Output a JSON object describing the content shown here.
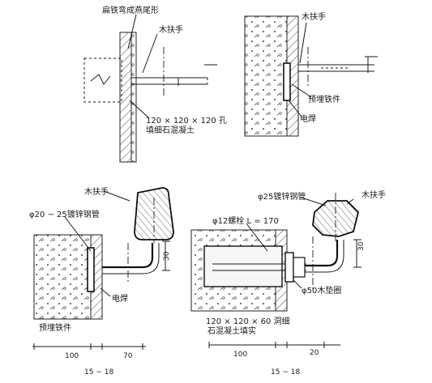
{
  "labels": {
    "a_bend": "扁铁弯成燕尾形",
    "a_handrail": "木扶手",
    "a_hole": "120 × 120 × 120 孔",
    "a_fill": "填细石混凝土",
    "b_handrail": "木扶手",
    "b_embed": "预埋铁件",
    "b_weld": "电焊",
    "c_handrail": "木扶手",
    "c_pipe": "φ20 ~ 25镀锌钢管",
    "c_weld": "电焊",
    "c_embed": "预埋铁件",
    "d_pipe": "φ25镀锌钢管",
    "d_handrail": "木扶手",
    "d_bolt": "φ12螺栓 L = 170",
    "d_pad": "φ50木垫圈",
    "d_hole": "120 × 120 × 60 洞细",
    "d_fill": "石混凝土填实"
  },
  "dims": {
    "c_30": "30",
    "c_100": "100",
    "c_70": "70",
    "c_15_18": "15 ~ 18",
    "d_30": "30",
    "d_100": "100",
    "d_20": "20",
    "d_15_18": "15 ~ 18"
  }
}
